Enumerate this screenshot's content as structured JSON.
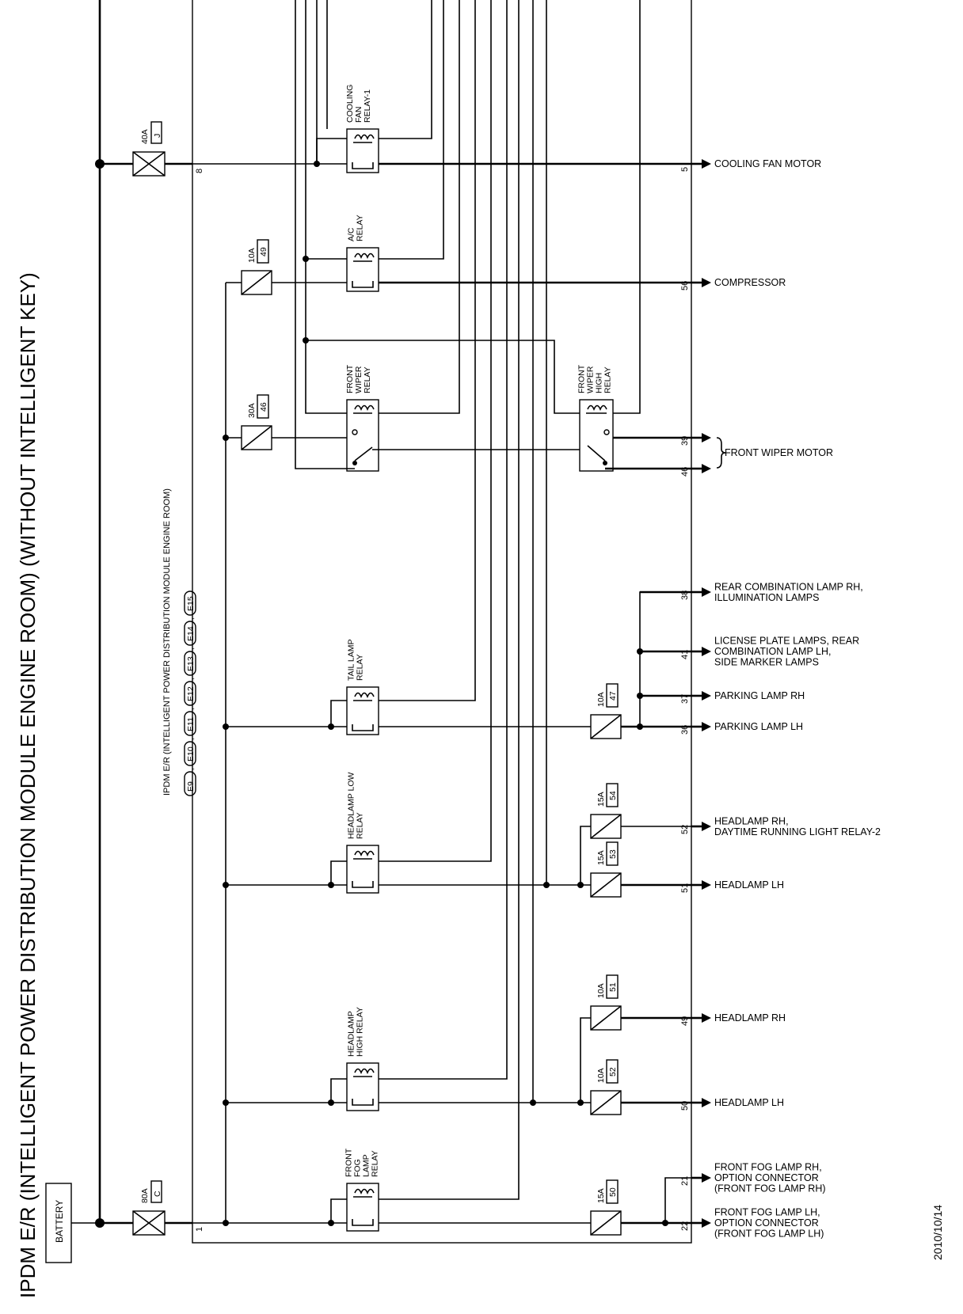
{
  "title": "IPDM E/R (INTELLIGENT POWER DISTRIBUTION MODULE ENGINE ROOM) (WITHOUT INTELLIGENT KEY)",
  "date": "2010/10/14",
  "battery": "BATTERY",
  "module_label": "IPDM E/R (INTELLIGENT POWER DISTRIBUTION MODULE ENGINE ROOM)",
  "connectors": [
    "E9",
    "E10",
    "E11",
    "E12",
    "E13",
    "E14",
    "E15"
  ],
  "fusible_links": [
    {
      "amp": "40A",
      "id": "J"
    },
    {
      "amp": "80A",
      "id": "C"
    }
  ],
  "module_pins_left": [
    "8",
    "1"
  ],
  "fuses": [
    {
      "amp": "10A",
      "id": "49"
    },
    {
      "amp": "30A",
      "id": "46"
    },
    {
      "amp": "10A",
      "id": "47"
    },
    {
      "amp": "15A",
      "id": "54"
    },
    {
      "amp": "15A",
      "id": "53"
    },
    {
      "amp": "10A",
      "id": "51"
    },
    {
      "amp": "10A",
      "id": "52"
    },
    {
      "amp": "15A",
      "id": "50"
    }
  ],
  "relays": [
    {
      "lines": [
        "COOLING",
        "FAN",
        "RELAY-1"
      ]
    },
    {
      "lines": [
        "A/C",
        "RELAY"
      ]
    },
    {
      "lines": [
        "FRONT",
        "WIPER",
        "RELAY"
      ]
    },
    {
      "lines": [
        "FRONT",
        "WIPER",
        "HIGH",
        "RELAY"
      ]
    },
    {
      "lines": [
        "TAIL LAMP",
        "RELAY"
      ]
    },
    {
      "lines": [
        "HEADLAMP LOW",
        "RELAY"
      ]
    },
    {
      "lines": [
        "HEADLAMP",
        "HIGH RELAY"
      ]
    },
    {
      "lines": [
        "FRONT",
        "FOG",
        "LAMP",
        "RELAY"
      ]
    }
  ],
  "outputs": [
    {
      "pin": "5",
      "lines": [
        "COOLING FAN MOTOR"
      ]
    },
    {
      "pin": "56",
      "lines": [
        "COMPRESSOR"
      ]
    },
    {
      "pin": "39",
      "lines": []
    },
    {
      "pin": "46",
      "lines": []
    },
    {
      "pin": "38",
      "lines": [
        "REAR COMBINATION LAMP RH,",
        "ILLUMINATION LAMPS"
      ]
    },
    {
      "pin": "41",
      "lines": [
        "LICENSE PLATE LAMPS, REAR",
        "COMBINATION LAMP LH,",
        "SIDE MARKER LAMPS"
      ]
    },
    {
      "pin": "37",
      "lines": [
        "PARKING LAMP RH"
      ]
    },
    {
      "pin": "36",
      "lines": [
        "PARKING LAMP LH"
      ]
    },
    {
      "pin": "52",
      "lines": [
        "HEADLAMP RH,",
        "DAYTIME RUNNING LIGHT RELAY-2"
      ]
    },
    {
      "pin": "51",
      "lines": [
        "HEADLAMP LH"
      ]
    },
    {
      "pin": "49",
      "lines": [
        "HEADLAMP RH"
      ]
    },
    {
      "pin": "50",
      "lines": [
        "HEADLAMP LH"
      ]
    },
    {
      "pin": "21",
      "lines": [
        "FRONT FOG LAMP RH,",
        "OPTION CONNECTOR",
        "(FRONT FOG LAMP RH)"
      ]
    },
    {
      "pin": "22",
      "lines": [
        "FRONT FOG LAMP LH,",
        "OPTION CONNECTOR",
        "(FRONT FOG LAMP LH)"
      ]
    }
  ],
  "wiper_motor": "FRONT WIPER MOTOR"
}
